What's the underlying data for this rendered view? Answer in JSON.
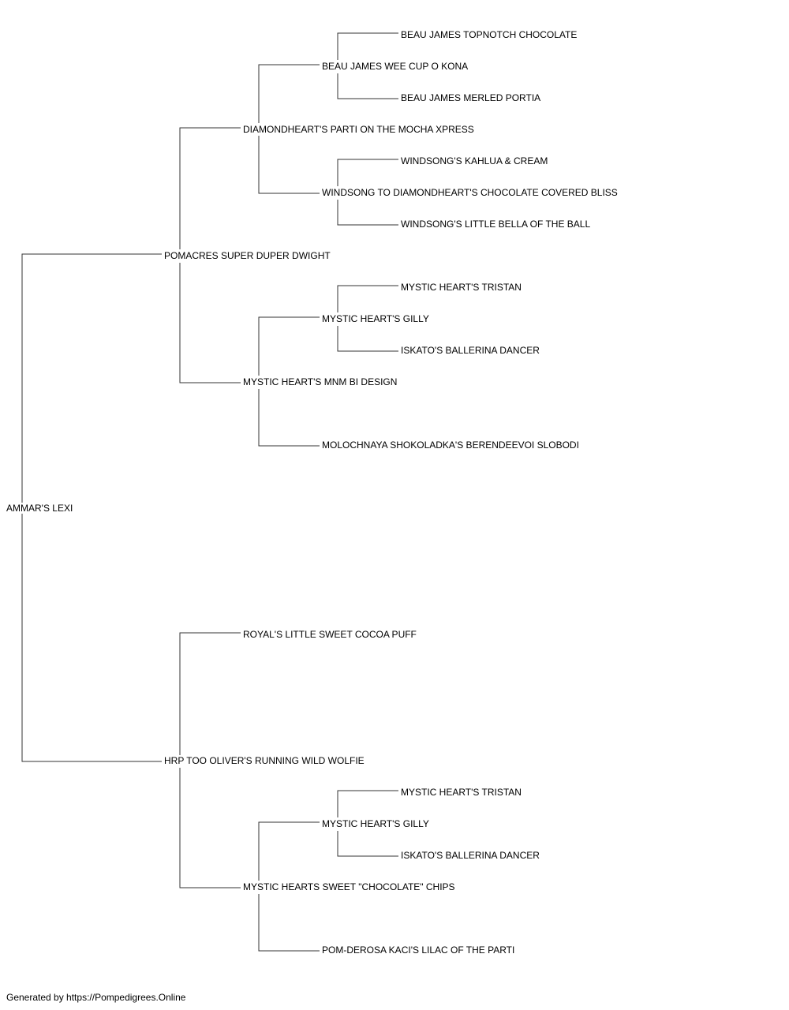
{
  "pedigree": {
    "subject": "AMMAR'S LEXI",
    "sire": "POMACRES SUPER DUPER DWIGHT",
    "sire_sire": "DIAMONDHEART'S PARTI ON THE MOCHA XPRESS",
    "sire_sire_sire": "BEAU JAMES WEE CUP O KONA",
    "sire_sire_sire_sire": "BEAU JAMES TOPNOTCH CHOCOLATE",
    "sire_sire_sire_dam": "BEAU JAMES MERLED PORTIA",
    "sire_sire_dam": "WINDSONG TO DIAMONDHEART'S CHOCOLATE COVERED BLISS",
    "sire_sire_dam_sire": "WINDSONG'S KAHLUA & CREAM",
    "sire_sire_dam_dam": "WINDSONG'S LITTLE BELLA OF THE BALL",
    "sire_dam": "MYSTIC HEART'S MNM BI DESIGN",
    "sire_dam_sire": "MYSTIC HEART'S GILLY",
    "sire_dam_sire_sire": "MYSTIC HEART'S TRISTAN",
    "sire_dam_sire_dam": "ISKATO'S BALLERINA DANCER",
    "sire_dam_dam": "MOLOCHNAYA SHOKOLADKA'S BERENDEEVOI SLOBODI",
    "dam": "HRP TOO OLIVER'S RUNNING WILD WOLFIE",
    "dam_sire": "ROYAL'S LITTLE SWEET COCOA PUFF",
    "dam_dam": "MYSTIC HEARTS SWEET \"CHOCOLATE\" CHIPS",
    "dam_dam_sire": "MYSTIC HEART'S GILLY",
    "dam_dam_sire_sire": "MYSTIC HEART'S TRISTAN",
    "dam_dam_sire_dam": "ISKATO'S BALLERINA DANCER",
    "dam_dam_dam": "POM-DEROSA KACI'S LILAC OF THE PARTI"
  },
  "footer": {
    "text": "Generated by https://Pompedigrees.Online"
  }
}
